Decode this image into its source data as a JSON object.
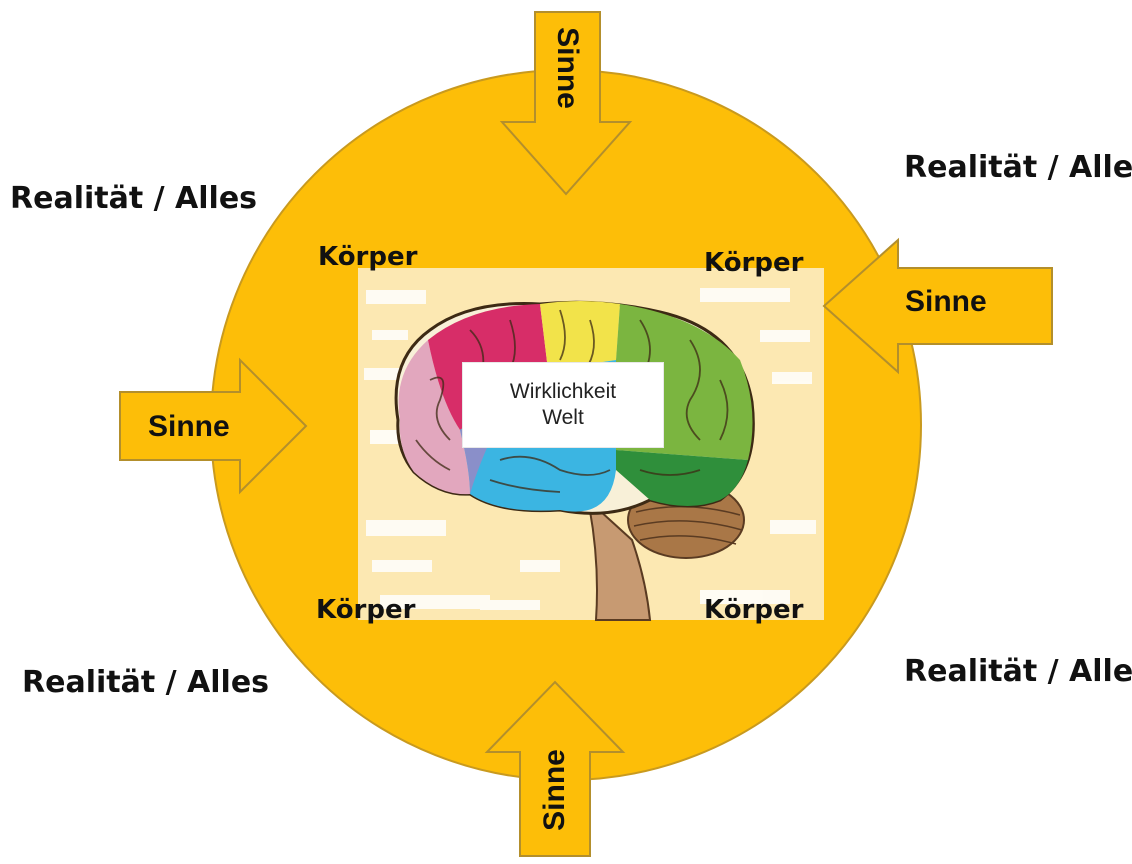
{
  "labels": {
    "realitaet_top_left": "Realität / Alles",
    "realitaet_top_right": "Realität / Alles",
    "realitaet_bottom_left": "Realität / Alles",
    "realitaet_bottom_right": "Realität / Alles",
    "koerper_top_left": "Körper",
    "koerper_top_right": "Körper",
    "koerper_bottom_left": "Körper",
    "koerper_bottom_right": "Körper",
    "sinne_top": "Sinne",
    "sinne_bottom": "Sinne",
    "sinne_left": "Sinne",
    "sinne_right": "Sinne",
    "center_line1": "Wirklichkeit",
    "center_line2": "Welt"
  },
  "colors": {
    "circle": "#FDBE08",
    "circle_border": "#C99A1E",
    "arrow_fill": "#FDBE08",
    "arrow_border": "#B38F2C",
    "text": "#111111"
  },
  "icons": {
    "brain": "brain-illustration"
  }
}
